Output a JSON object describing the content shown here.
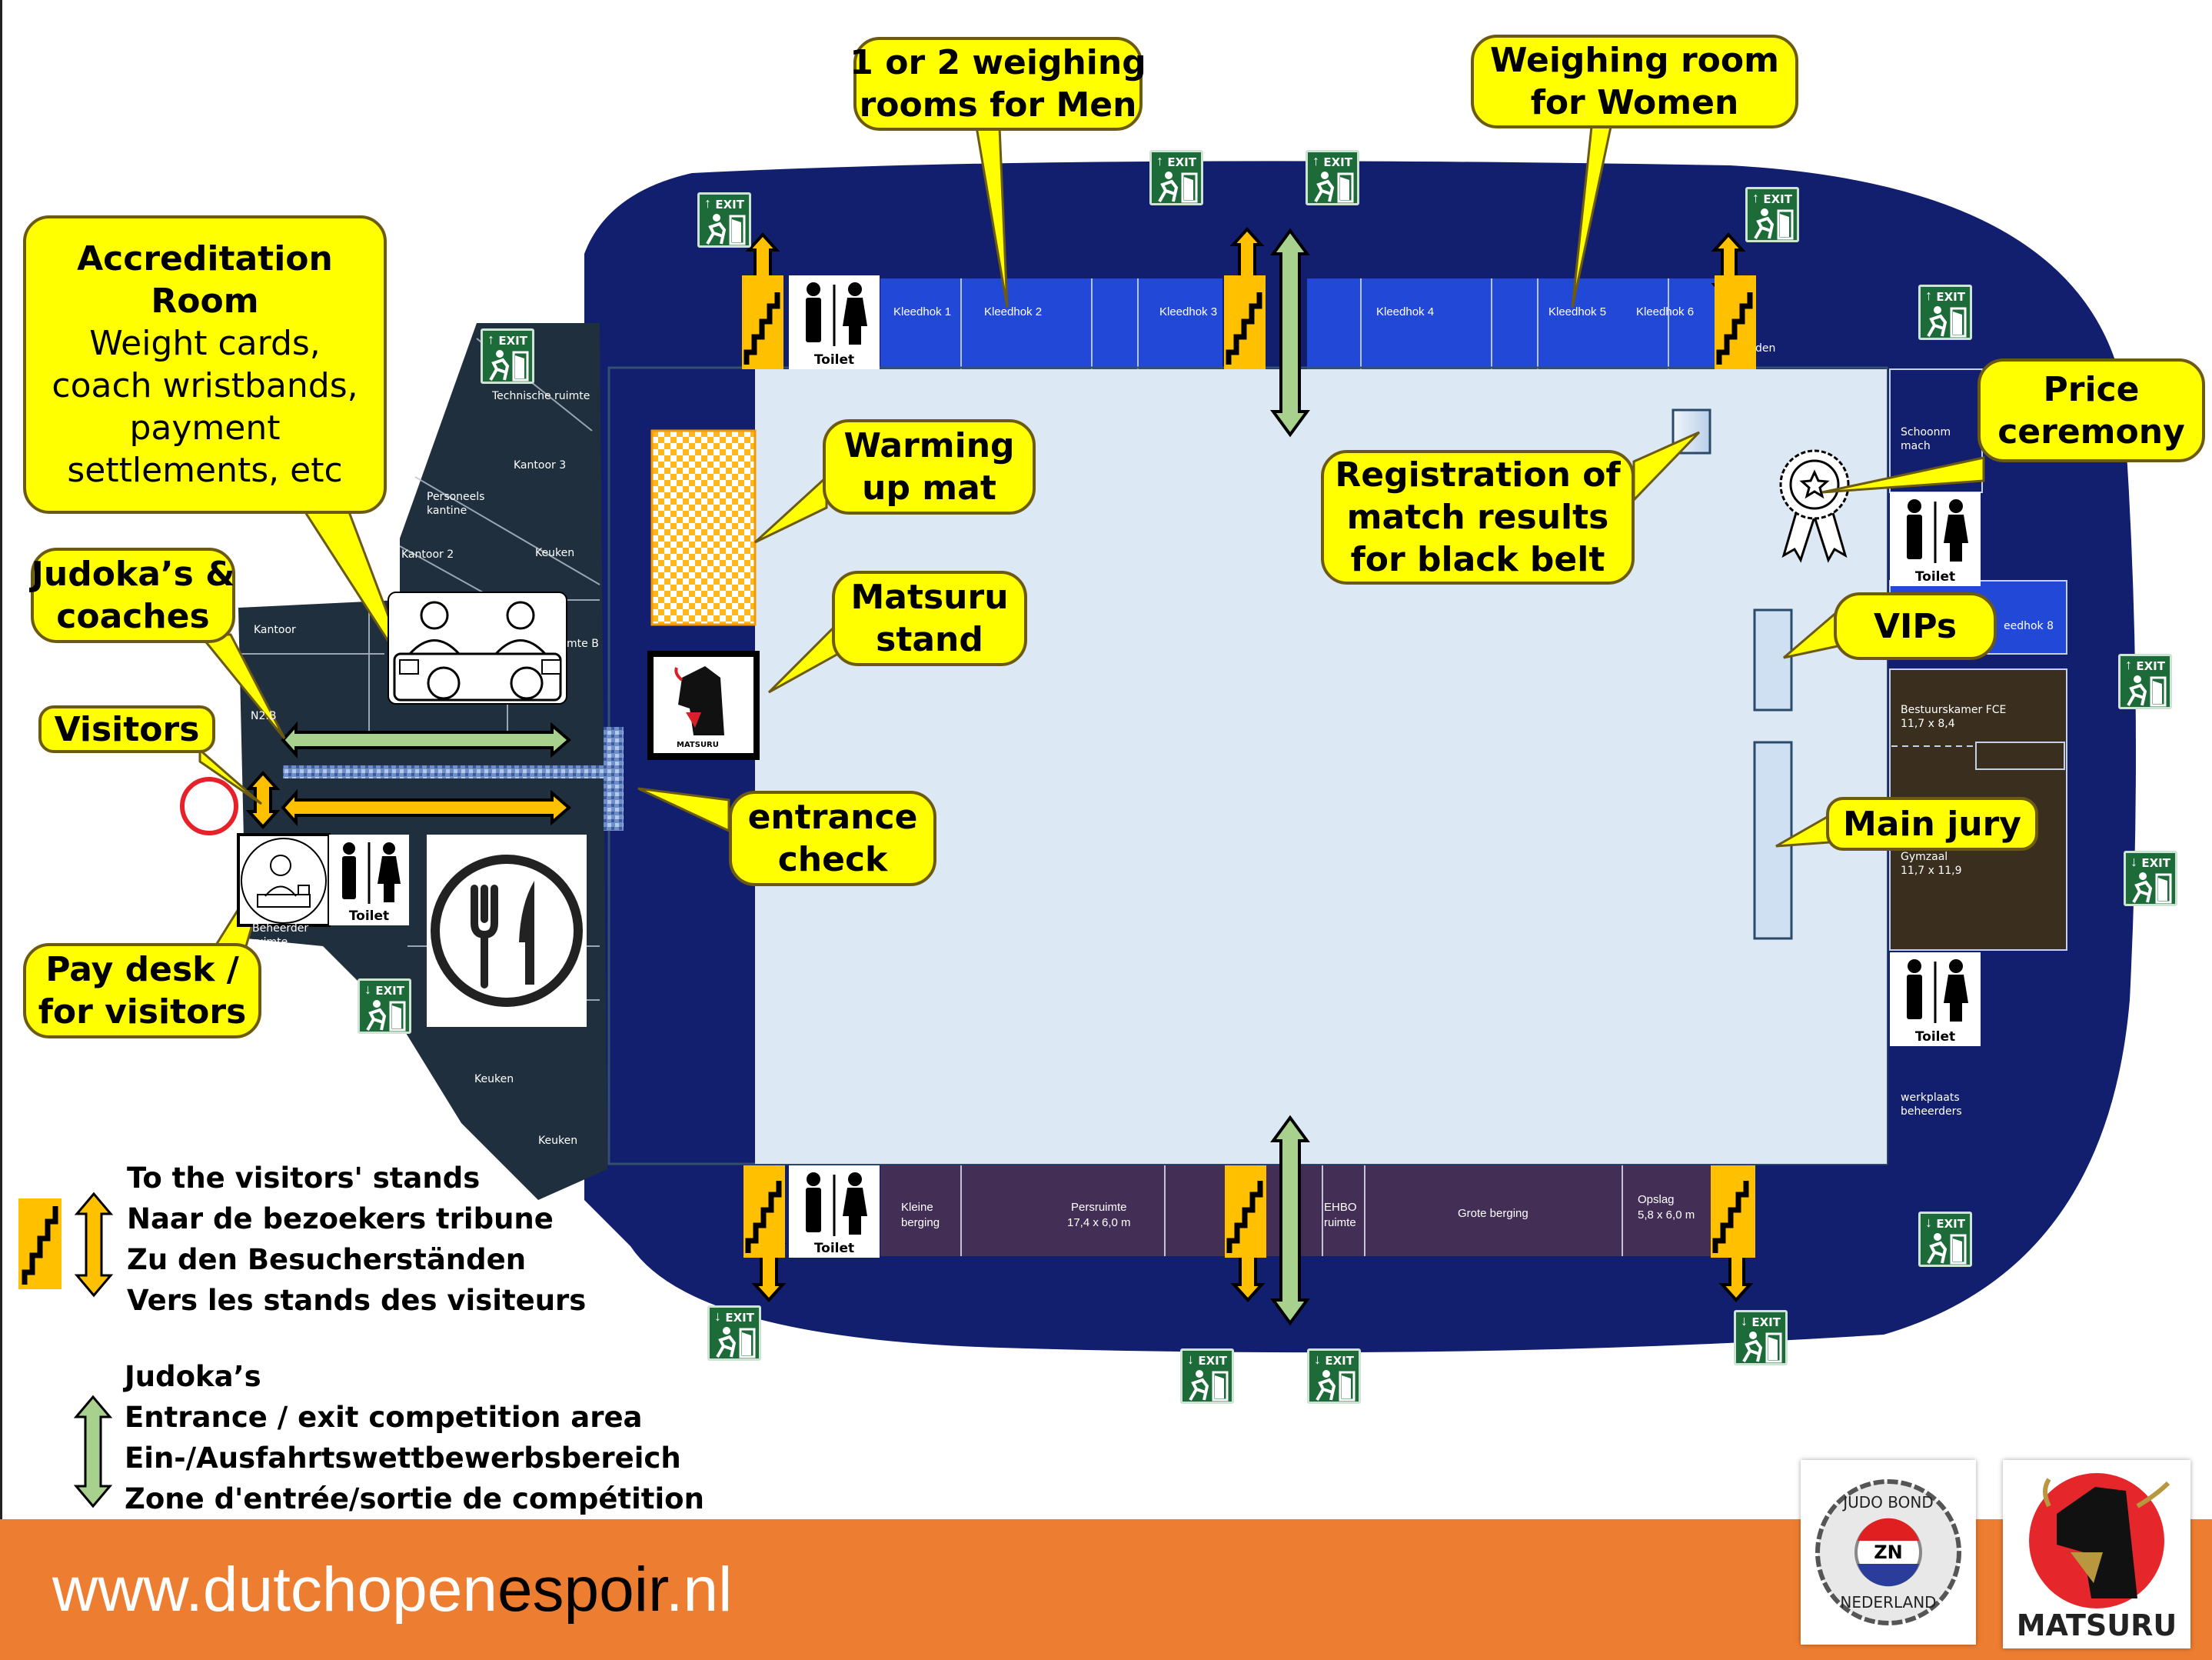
{
  "callouts": {
    "weighing_men": [
      "1 or 2 weighing",
      "rooms for Men"
    ],
    "weighing_women": [
      "Weighing room",
      "for Women"
    ],
    "accreditation_title": [
      "Accreditation",
      "Room"
    ],
    "accreditation_body": [
      "Weight cards,",
      "coach wristbands,",
      "payment",
      "settlements, etc"
    ],
    "warming_up": [
      "Warming",
      "up mat"
    ],
    "matsuru_stand": [
      "Matsuru",
      "stand"
    ],
    "judokas_coaches": [
      "Judoka’s &",
      "coaches"
    ],
    "visitors": [
      "Visitors"
    ],
    "entrance_check": [
      "entrance",
      "check"
    ],
    "pay_desk": [
      "Pay desk /",
      "for visitors"
    ],
    "registration": [
      "Registration of",
      "match results",
      "for black belt"
    ],
    "price_ceremony": [
      "Price",
      "ceremony"
    ],
    "vips": [
      "VIPs"
    ],
    "main_jury": [
      "Main jury"
    ]
  },
  "rooms": {
    "top": [
      "Kleedhok 1",
      "Kleedhok 2",
      "Kleedhok 3",
      "Kleedhok 4",
      "Kleedhok 5",
      "Kleedhok 6",
      "den"
    ],
    "left": {
      "technische": "Technische ruimte",
      "kantoor3": "Kantoor 3",
      "personeels": [
        "Personeels",
        "kantine"
      ],
      "kantoor2": "Kantoor 2",
      "keuken_top": "Keuken",
      "kantoor": "Kantoor",
      "n2b": "N2.B",
      "ruimte_b": "mte B",
      "beheerder": [
        "Beheerder",
        "ruimte"
      ],
      "keuken_1": "Keuken",
      "keuken_2": "Keuken"
    },
    "bottom": {
      "kleine": [
        "Kleine",
        "berging"
      ],
      "pers": [
        "Persruimte",
        "17,4 x 6,0 m"
      ],
      "ehbo": [
        "EHBO",
        "ruimte"
      ],
      "grote": "Grote berging",
      "opslag": [
        "Opslag",
        "5,8 x 6,0 m"
      ]
    },
    "right": {
      "schoonmaak": [
        "Schoonm",
        "mach"
      ],
      "kleedhok8": "eedhok 8",
      "bestuur": [
        "Bestuurskamer FCE",
        "11,7 x 8,4"
      ],
      "gymzaal": [
        "Gymzaal",
        "11,7 x 11,9"
      ],
      "werkplaats": [
        "werkplaats",
        "beheerders"
      ]
    }
  },
  "toilet_label": "Toilet",
  "exit_label": "EXIT",
  "matsuru_small_label": "MATSURU",
  "legend": {
    "stairs_lines": [
      "To the visitors' stands",
      "Naar de bezoekers tribune",
      "Zu den Besucherständen",
      "Vers les stands des visiteurs"
    ],
    "judoka_lines": [
      "Judoka’s",
      "Entrance / exit competition area",
      "Ein-/Ausfahrtswettbewerbsbereich",
      "Zone d'entrée/sortie de compétition"
    ]
  },
  "footer": {
    "url_prefix": "www.dutchopen",
    "url_accent": "espoir",
    "url_suffix": ".nl"
  },
  "logos": {
    "jbn": {
      "top": "JUDO BOND",
      "center": "ZN",
      "bottom": "NEDERLAND"
    },
    "matsuru": "MATSURU"
  },
  "colors": {
    "hall_blue": "#121e6e",
    "kleedhok_blue": "#2248d8",
    "left_wing": "#1f2f3d",
    "bottom_rooms": "#432f56",
    "right_rooms": "#3a2f1f",
    "competition_floor": "#dde8f5",
    "callout_yellow": "#ffff00",
    "stairs_orange": "#ffc000",
    "judoka_green": "#a9d18e",
    "exit_green": "#1e6b3a",
    "footer_orange": "#ed7d31"
  }
}
